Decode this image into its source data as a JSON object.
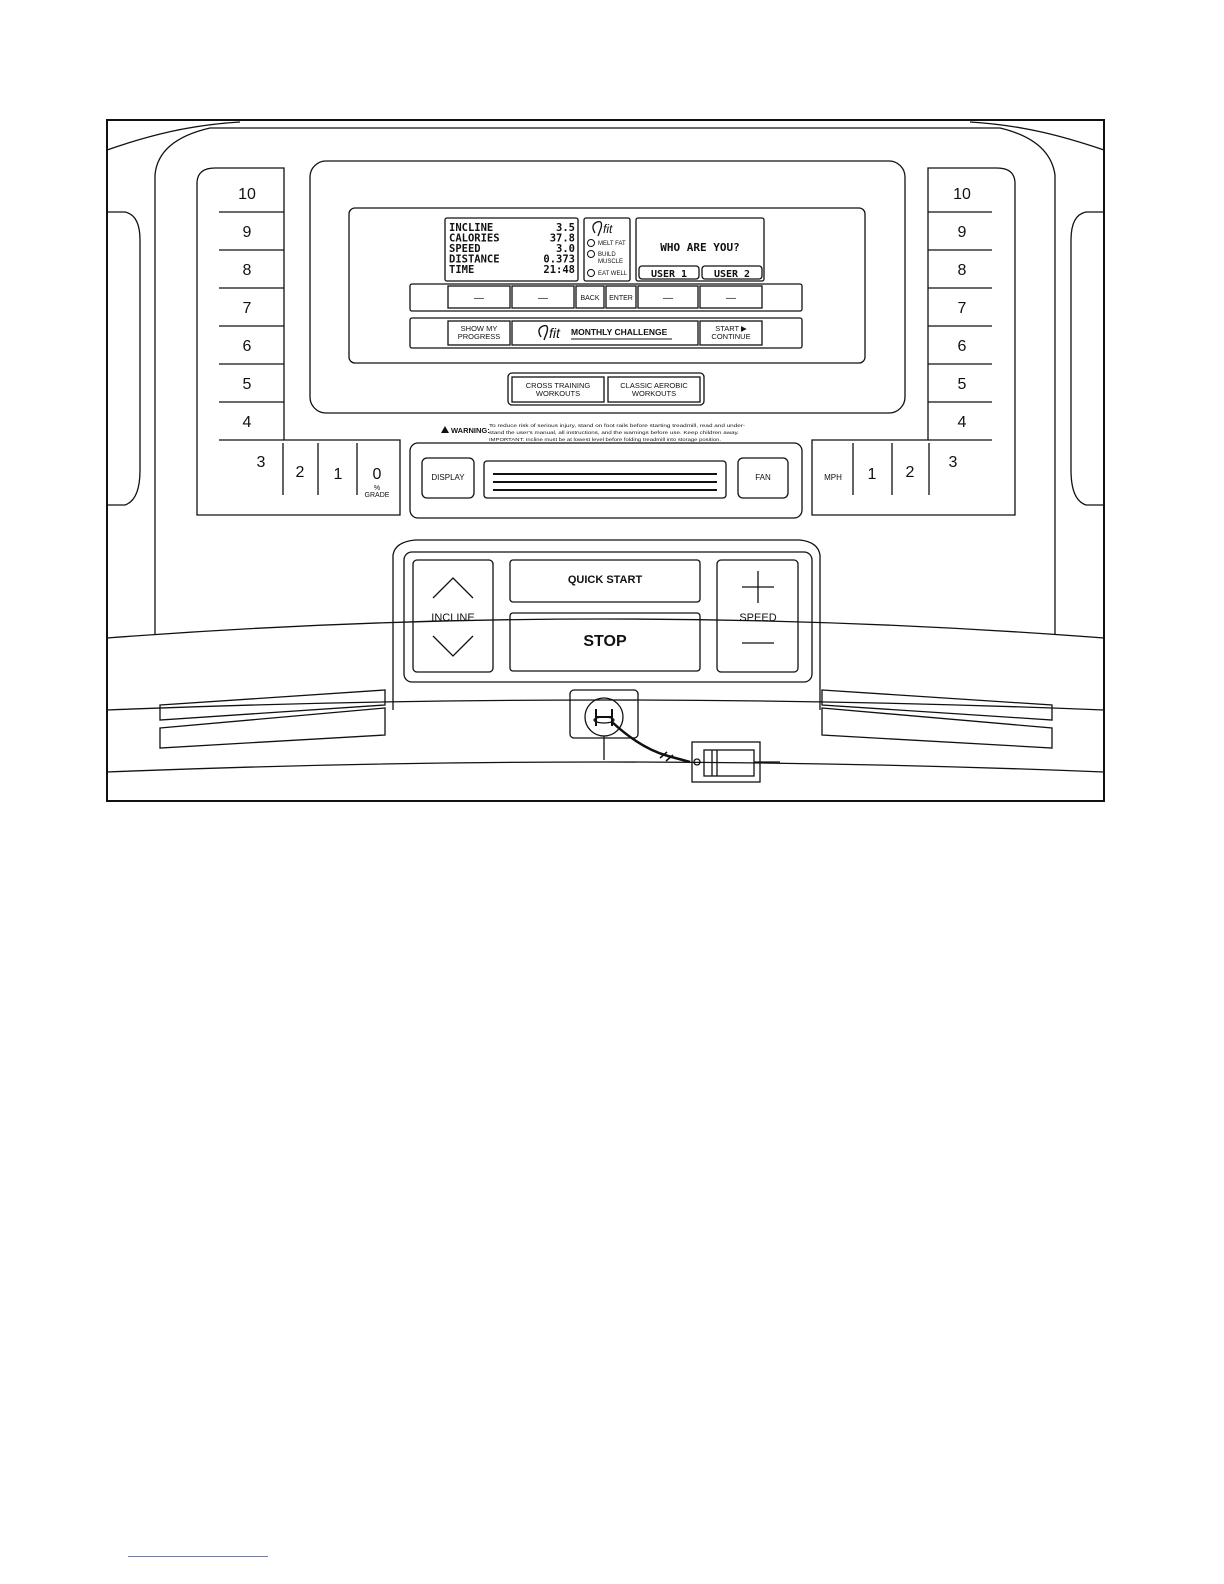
{
  "lcd": {
    "rows": [
      {
        "label": "INCLINE",
        "value": "3.5"
      },
      {
        "label": "CALORIES",
        "value": "37.8"
      },
      {
        "label": "SPEED",
        "value": "3.0"
      },
      {
        "label": "DISTANCE",
        "value": "0.373"
      },
      {
        "label": "TIME",
        "value": "21:48"
      }
    ],
    "prompt": "WHO ARE YOU?",
    "user1": "USER 1",
    "user2": "USER 2"
  },
  "ifit": {
    "brand": "fit",
    "goals": [
      "MELT FAT",
      "BUILD",
      "MUSCLE",
      "EAT WELL"
    ]
  },
  "soft_buttons": {
    "dash": "—",
    "back": "BACK",
    "enter": "ENTER"
  },
  "challenge_bar": {
    "progress_line1": "SHOW MY",
    "progress_line2": "PROGRESS",
    "brand": "fit",
    "challenge": "MONTHLY CHALLENGE",
    "start_line1": "START ▶",
    "start_line2": "CONTINUE"
  },
  "workouts": {
    "cross_line1": "CROSS TRAINING",
    "cross_line2": "WORKOUTS",
    "aerobic_line1": "CLASSIC AEROBIC",
    "aerobic_line2": "WORKOUTS"
  },
  "incline_keys": [
    "10",
    "9",
    "8",
    "7",
    "6",
    "5",
    "4",
    "3",
    "2",
    "1",
    "0"
  ],
  "incline_unit_line1": "%",
  "incline_unit_line2": "GRADE",
  "speed_keys": [
    "10",
    "9",
    "8",
    "7",
    "6",
    "5",
    "4",
    "3",
    "2",
    "1"
  ],
  "speed_unit": "MPH",
  "warning": {
    "title": "WARNING:",
    "line1": "To reduce risk of serious injury, stand on foot rails before starting treadmill, read and under-",
    "line2": "stand the user's manual, all instructions, and the warnings before use. Keep children away.",
    "line3": "IMPORTANT: Incline must be at lowest level before folding treadmill into storage position."
  },
  "display_button": "DISPLAY",
  "fan_button": "FAN",
  "quick_start": "QUICK START",
  "stop": "STOP",
  "incline_label": "INCLINE",
  "speed_label": "SPEED"
}
